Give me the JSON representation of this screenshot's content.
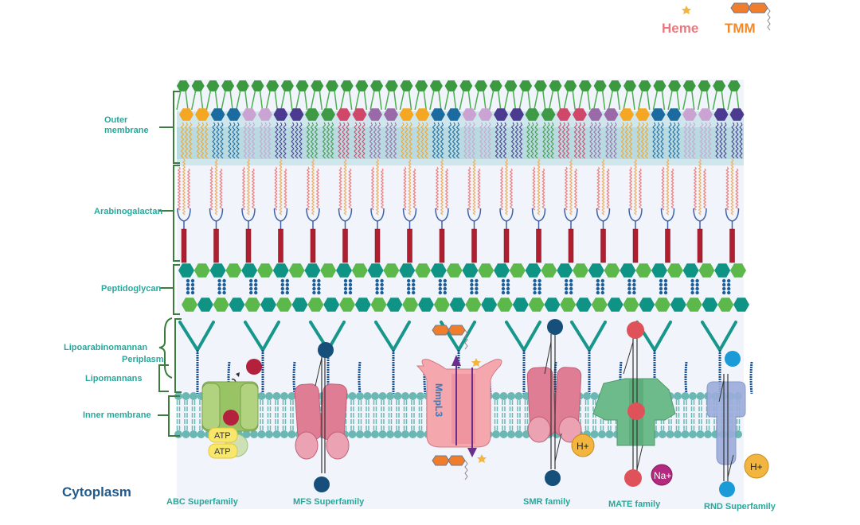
{
  "legend": {
    "heme": "Heme",
    "tmm": "TMM"
  },
  "layers": {
    "outer_membrane_line1": "Outer",
    "outer_membrane_line2": "membrane",
    "arabinogalactan": "Arabinogalactan",
    "peptidoglycan": "Peptidoglycan",
    "lipoarabinomannan": "Lipoarabinomannan",
    "periplasm": "Periplasm",
    "lipomannans": "Lipomannans",
    "inner_membrane": "Inner membrane",
    "cytoplasm": "Cytoplasm"
  },
  "transporters": [
    {
      "name": "ABC Superfamily",
      "color": "#a7cc6e"
    },
    {
      "name": "MFS Superfamily",
      "color": "#de7d93"
    },
    {
      "name": "MmpL3",
      "color": "#f4a7ad"
    },
    {
      "name": "SMR family",
      "color": "#de7d93"
    },
    {
      "name": "MATE family",
      "color": "#6dba8a"
    },
    {
      "name": "RND Superfamily",
      "color": "#9bacdc"
    }
  ],
  "abc": {
    "atp1": "ATP",
    "atp2": "ATP"
  },
  "ions": {
    "smr": "H+",
    "mate": "Na+",
    "rnd": "H+"
  },
  "colors": {
    "label_teal": "#2aa79b",
    "cytoplasm_blue": "#1f5a8c",
    "outer_green": "#3b9a3f",
    "peptido_teal": "#0f9384",
    "peptido_green": "#5cb84a",
    "membrane_teal": "#6ab7b4",
    "ag_red": "#b01f2f",
    "heme": "#e87a7f",
    "tmm": "#ef8a2c"
  },
  "mycolic_head_colors": [
    "#f5a623",
    "#1b6aa0",
    "#cba3d3",
    "#4b3a8f",
    "#3e9a44",
    "#d1476a",
    "#9a6aa8"
  ]
}
